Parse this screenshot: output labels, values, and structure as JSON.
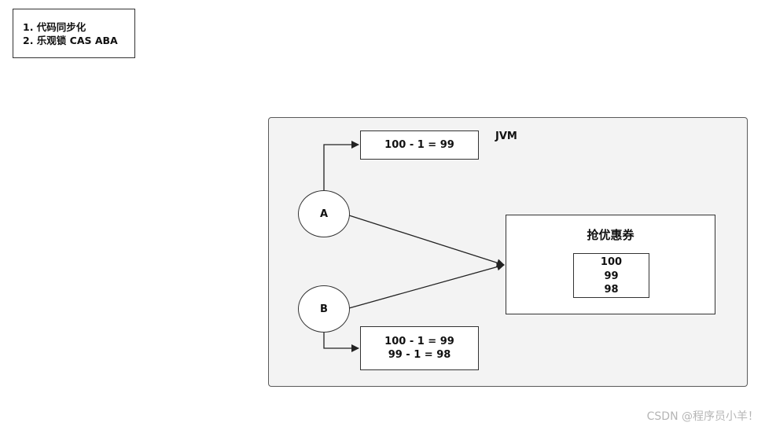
{
  "notes": {
    "line1": "1. 代码同步化",
    "line2": "2. 乐观锁 CAS ABA"
  },
  "jvm": {
    "label": "JVM"
  },
  "thread_a": {
    "label": "A",
    "calc": [
      "100 - 1 = 99"
    ]
  },
  "thread_b": {
    "label": "B",
    "calc": [
      "100 - 1 = 99",
      "99 - 1 = 98"
    ]
  },
  "coupon": {
    "title": "抢优惠券",
    "stock": [
      "100",
      "99",
      "98"
    ]
  },
  "watermark": "CSDN @程序员小羊！"
}
